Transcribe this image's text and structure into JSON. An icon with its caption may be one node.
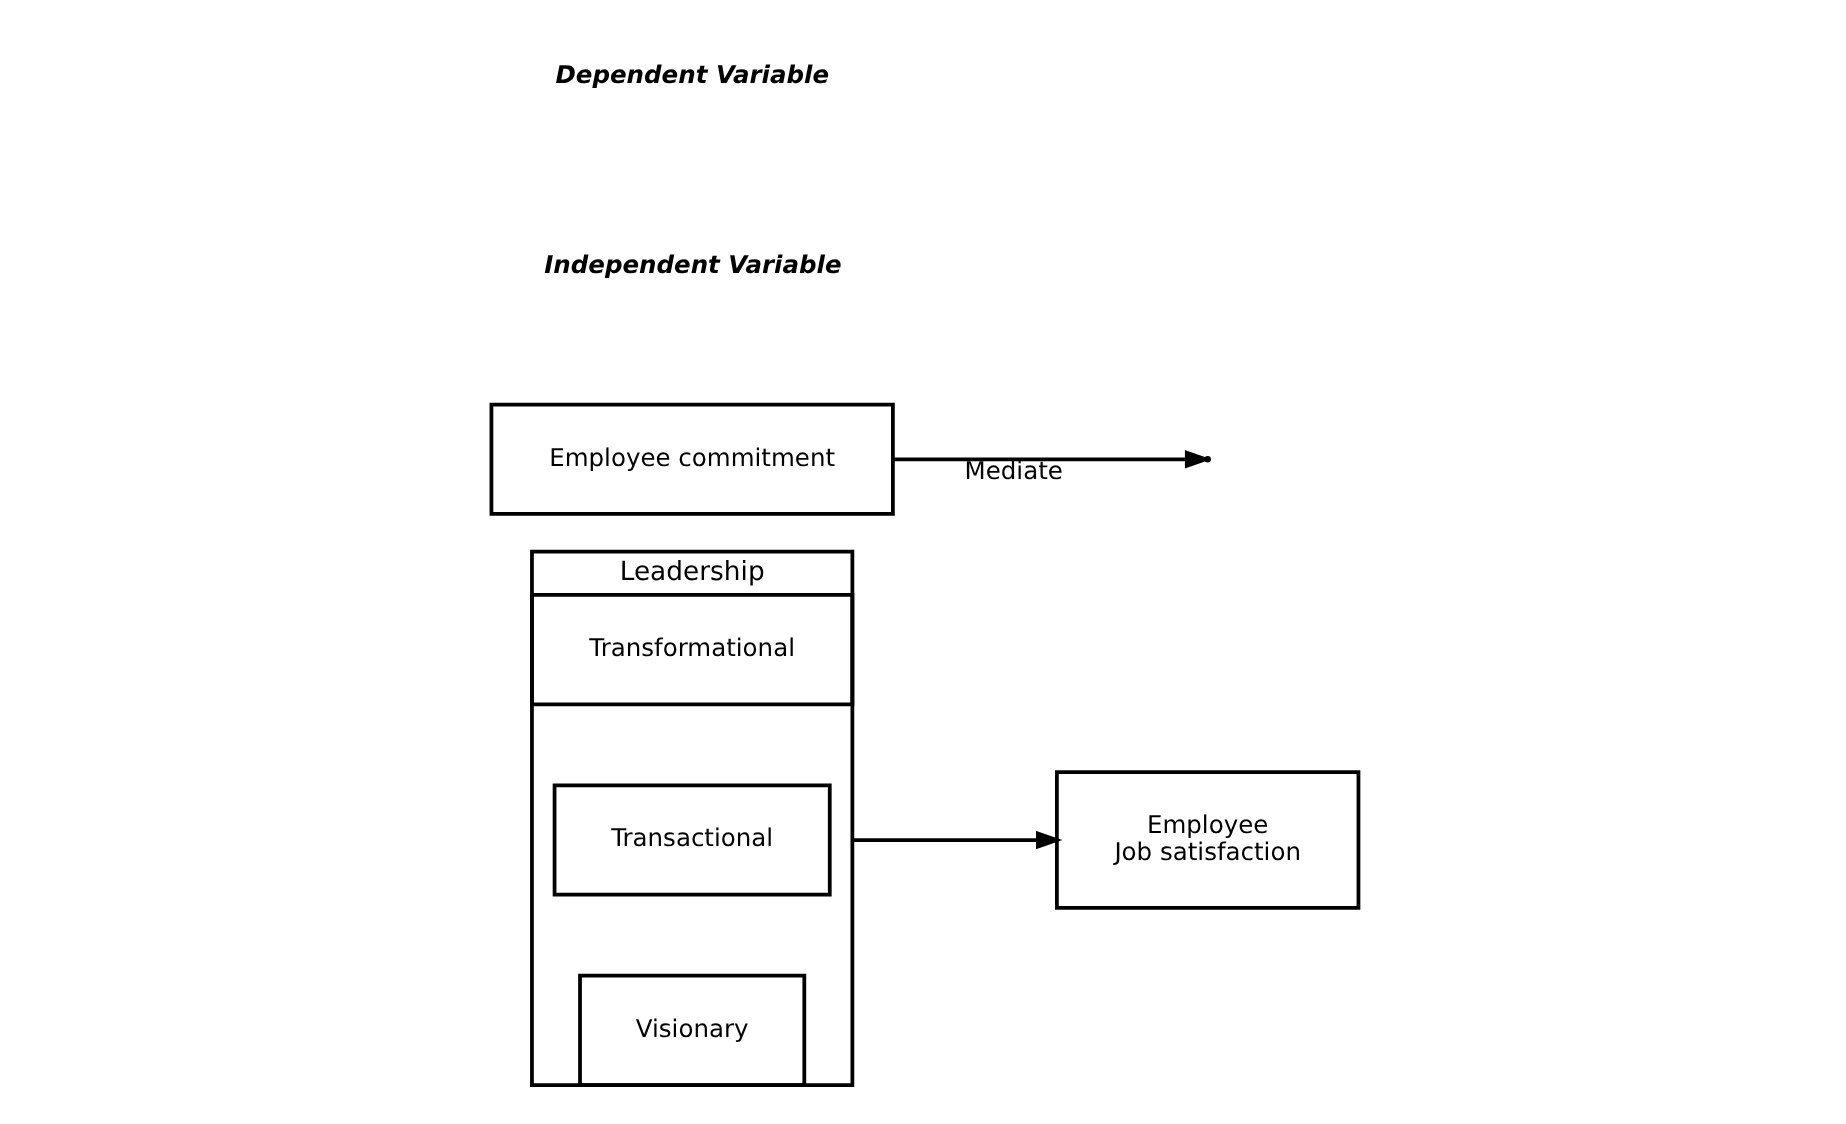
{
  "diagram": {
    "nodes": [
      {
        "text": [
          "Leadership"
        ]
      },
      {
        "text": [
          "Transformational"
        ],
        "in": 0
      },
      {
        "text": [
          "Transactional"
        ],
        "in": 0
      },
      {
        "text": [
          "Visionary"
        ],
        "in": 0
      },
      {
        "text": [
          "Employee",
          "Job satisfaction"
        ]
      },
      {
        "text": [
          "Employee commitment"
        ]
      }
    ],
    "edges": [
      {
        "from": 0,
        "to": 4,
        "arrow": "to"
      },
      {
        "from": 5,
        "to": null,
        "arrow": "to",
        "label": "Mediate"
      }
    ],
    "labels": [
      "Independent Variable",
      "Dependent Variable"
    ]
  }
}
